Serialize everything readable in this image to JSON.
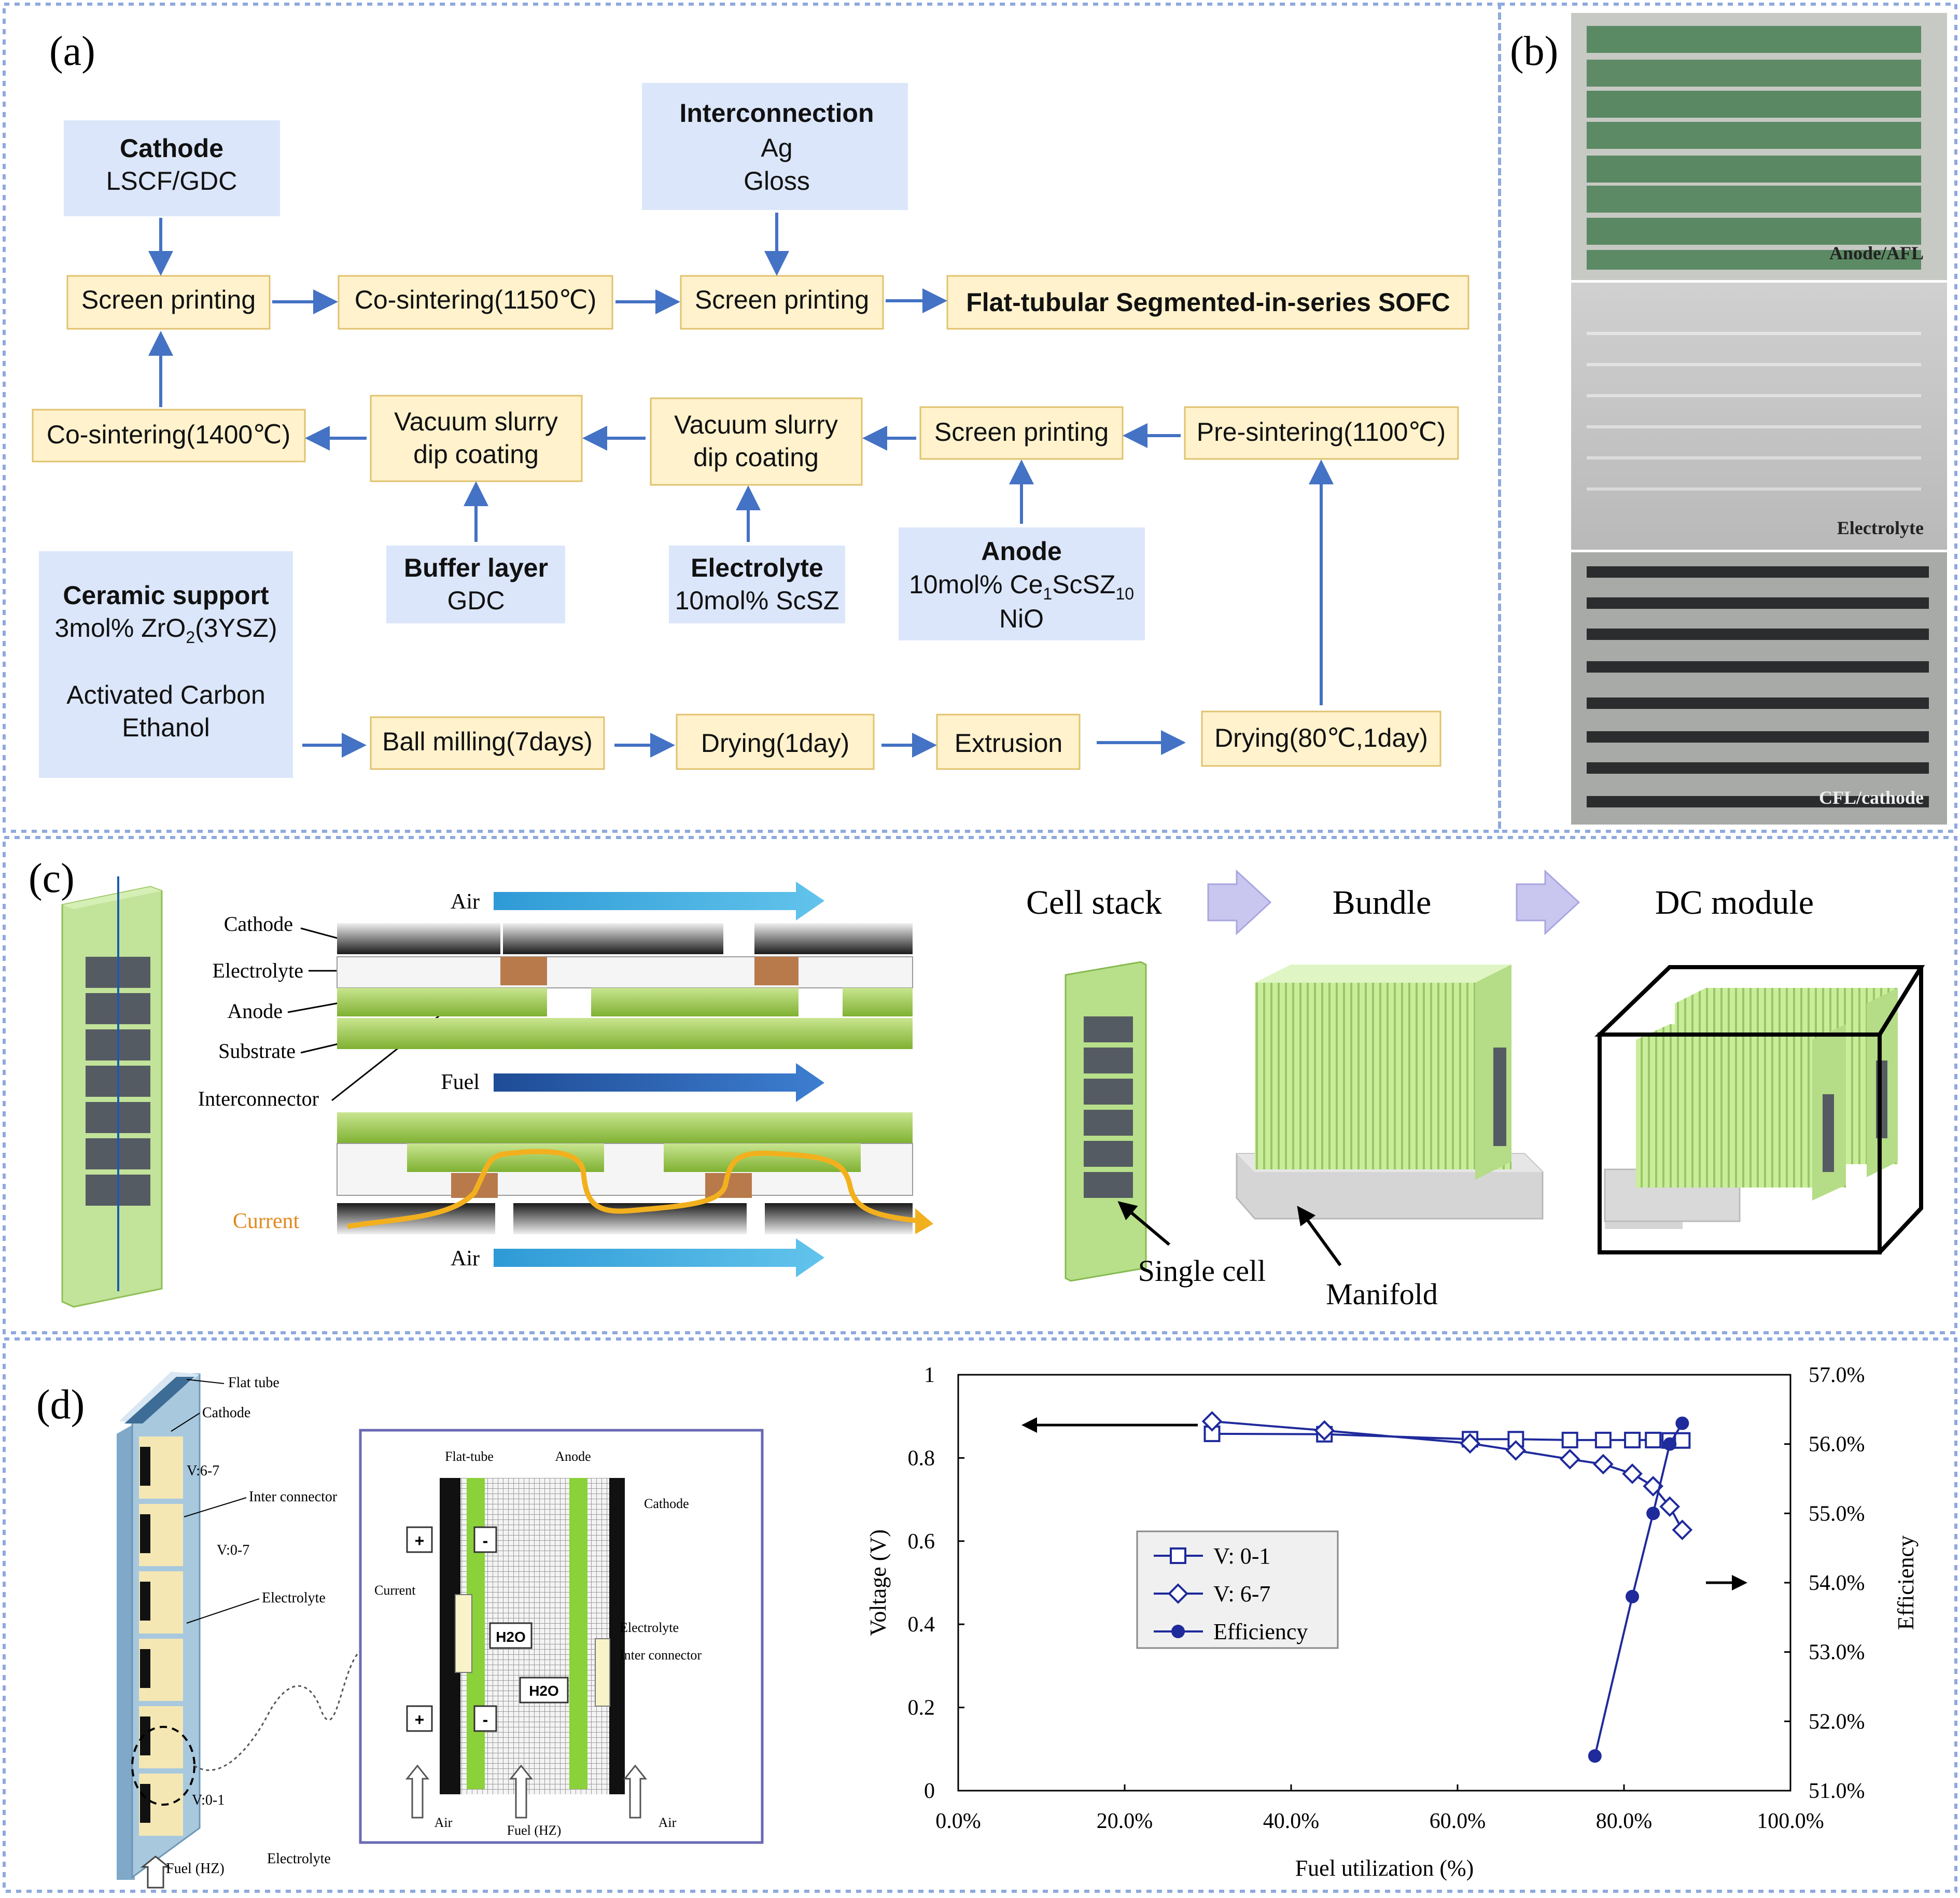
{
  "panel_labels": {
    "a": "(a)",
    "b": "(b)",
    "c": "(c)",
    "d": "(d)"
  },
  "flow": {
    "cathode": {
      "title": "Cathode",
      "sub": "LSCF/GDC"
    },
    "interconnection": {
      "title": "Interconnection",
      "line1": "Ag",
      "line2": "Gloss"
    },
    "screen_printing_1": "Screen printing",
    "cosinter_1150": "Co-sintering(1150℃)",
    "screen_printing_2": "Screen printing",
    "final": "Flat-tubular Segmented-in-series SOFC",
    "cosinter_1400": "Co-sintering(1400℃)",
    "vacuum_1": {
      "line1": "Vacuum slurry",
      "line2": "dip coating"
    },
    "vacuum_2": {
      "line1": "Vacuum slurry",
      "line2": "dip coating"
    },
    "screen_printing_3": "Screen printing",
    "presinter": "Pre-sintering(1100℃)",
    "buffer": {
      "title": "Buffer layer",
      "sub": "GDC"
    },
    "electrolyte": {
      "title": "Electrolyte",
      "sub": "10mol% ScSZ"
    },
    "anode": {
      "title": "Anode",
      "line1a": "10mol% Ce",
      "line1b": "1",
      "line1c": "ScSZ",
      "line1d": "10",
      "line2": "NiO"
    },
    "ceramic": {
      "title": "Ceramic support",
      "line1a": "3mol% ZrO",
      "line1b": "2",
      "line1c": "(3YSZ)",
      "line2": "Activated Carbon",
      "line3": "Ethanol"
    },
    "ball_milling": "Ball milling(7days)",
    "drying_1day": "Drying(1day)",
    "extrusion": "Extrusion",
    "drying_80": "Drying(80℃,1day)"
  },
  "photos": {
    "p1": "Anode/AFL",
    "p2": "Electrolyte",
    "p3": "CFL/cathode"
  },
  "panel_c": {
    "air_top": "Air",
    "fuel": "Fuel",
    "air_bottom": "Air",
    "labels": {
      "cathode": "Cathode",
      "electrolyte": "Electrolyte",
      "anode": "Anode",
      "substrate": "Substrate",
      "interconnector": "Interconnector"
    },
    "current": "Current",
    "stage1": "Cell stack",
    "stage2": "Bundle",
    "stage3": "DC module",
    "single_cell": "Single cell",
    "manifold": "Manifold"
  },
  "panel_d": {
    "flat_tube": "Flat tube",
    "cathode": "Cathode",
    "v67": "V:6-7",
    "inter_connector": "Inter connector",
    "v07": "V:0-7",
    "electrolyte": "Electrolyte",
    "v01": "V:0-1",
    "fuel_hz": "Fuel (HZ)",
    "electrolyte_bottom": "Electrolyte",
    "zoom": {
      "flat_tube": "Flat-tube",
      "anode": "Anode",
      "cathode": "Cathode",
      "current": "Current",
      "electrolyte": "Electrolyte",
      "inter_connector": "Inter connector",
      "h2o": "H2O",
      "plus": "+",
      "minus": "-",
      "air_left": "Air",
      "fuel": "Fuel (HZ)",
      "air_right": "Air"
    }
  },
  "chart_data": {
    "type": "line",
    "xlabel": "Fuel utilization (%)",
    "ylabel": "Voltage (V)",
    "y2label": "Efficiency",
    "xlim": [
      0,
      100
    ],
    "ylim": [
      0,
      1
    ],
    "y2lim": [
      51,
      57
    ],
    "x_ticks": [
      "0.0%",
      "20.0%",
      "40.0%",
      "60.0%",
      "80.0%",
      "100.0%"
    ],
    "y_ticks": [
      "0",
      "0.2",
      "0.4",
      "0.6",
      "0.8",
      "1"
    ],
    "y2_ticks": [
      "51.0%",
      "52.0%",
      "53.0%",
      "54.0%",
      "55.0%",
      "56.0%",
      "57.0%"
    ],
    "legend_position": "center-left",
    "series": [
      {
        "name": "V: 0-1",
        "axis": "left",
        "marker": "square",
        "color": "#1f2a9b",
        "x": [
          30.5,
          44,
          61.5,
          67,
          73.5,
          77.5,
          81,
          83.5,
          85.5,
          87
        ],
        "y": [
          0.858,
          0.857,
          0.845,
          0.845,
          0.843,
          0.843,
          0.843,
          0.843,
          0.842,
          0.842
        ]
      },
      {
        "name": "V: 6-7",
        "axis": "left",
        "marker": "diamond",
        "color": "#1f2a9b",
        "x": [
          30.5,
          44,
          61.5,
          67,
          73.5,
          77.5,
          81,
          83.5,
          85.5,
          87
        ],
        "y": [
          0.888,
          0.866,
          0.835,
          0.818,
          0.797,
          0.785,
          0.762,
          0.732,
          0.683,
          0.627
        ]
      },
      {
        "name": "Efficiency",
        "axis": "right",
        "marker": "circle",
        "color": "#1f2a9b",
        "x": [
          76.5,
          81,
          83.5,
          85.5,
          87
        ],
        "y": [
          51.5,
          53.8,
          55.0,
          56.0,
          56.3
        ]
      }
    ]
  }
}
